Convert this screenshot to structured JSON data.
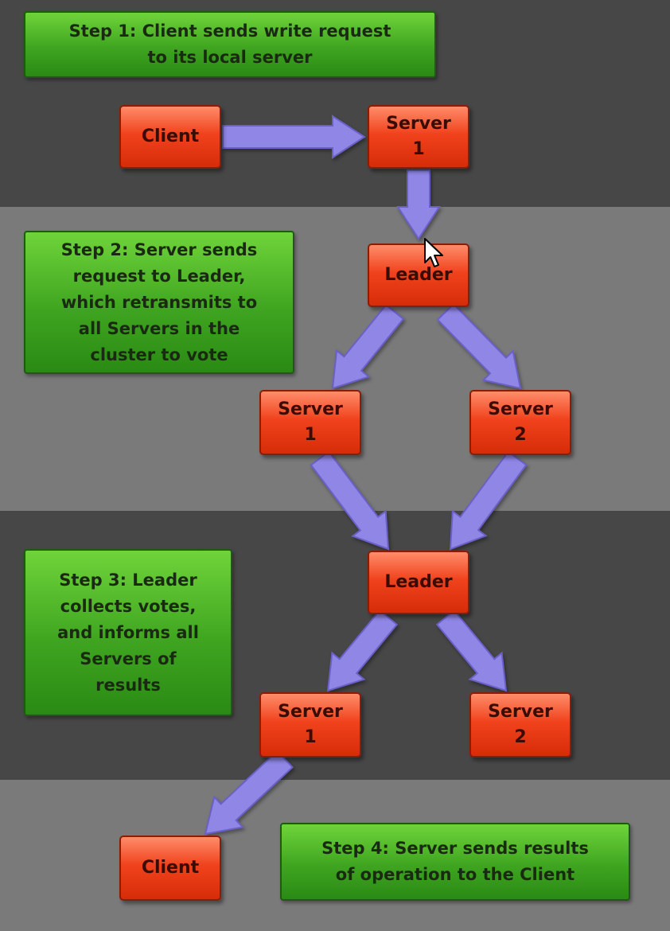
{
  "steps": {
    "step1": "Step 1: Client sends write request\nto its local server",
    "step2": "Step 2: Server sends\nrequest to Leader,\nwhich retransmits to\nall Servers in the\ncluster to vote",
    "step3": "Step 3: Leader\ncollects votes,\nand informs all\nServers of\nresults",
    "step4": "Step 4: Server sends results\nof operation to the Client"
  },
  "nodes": {
    "client_top": "Client",
    "server1_top": "Server\n1",
    "leader_a": "Leader",
    "server1_mid": "Server\n1",
    "server2_mid": "Server\n2",
    "leader_b": "Leader",
    "server1_low": "Server\n1",
    "server2_low": "Server\n2",
    "client_bottom": "Client"
  },
  "colors": {
    "step_box": "#3fa520",
    "node": "#f0431d",
    "arrow": "#8f86e6",
    "band_dark": "#474747",
    "band_light": "#7a7a7a"
  }
}
